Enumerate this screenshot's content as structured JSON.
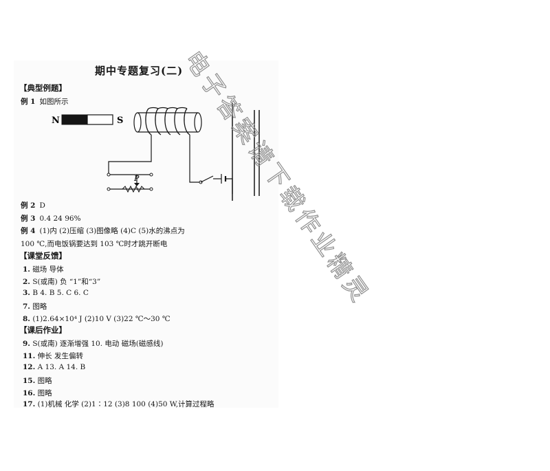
{
  "title": "期中专题复习(二)",
  "sections": {
    "typical": "【典型例题】",
    "classroom": "【课堂反馈】",
    "homework": "【课后作业】"
  },
  "examples": {
    "e1_label": "例 1",
    "e1_text": "如图所示",
    "e2_label": "例 2",
    "e2_text": "D",
    "e3_label": "例 3",
    "e3_text": "0.4   24   96%",
    "e4_label": "例 4",
    "e4_text": "(1)内   (2)压缩   (3)图像略   (4)C   (5)水的沸点为",
    "e4_cont": "100 ℃,而电饭锅要达到 103 ℃时才跳开断电"
  },
  "diagram": {
    "n_label": "N",
    "s_label": "S",
    "p_label": "P"
  },
  "feedback": [
    {
      "num": "1.",
      "text": "磁场   导体"
    },
    {
      "num": "2.",
      "text": "S(或南)   负  “1”和“3”"
    },
    {
      "num": "3.",
      "text": "B   4. B   5. C   6. C"
    },
    {
      "num": "7.",
      "text": "图略"
    },
    {
      "num": "8.",
      "text": "(1)2.64×10⁴ J   (2)10 V   (3)22 ℃～30 ℃"
    }
  ],
  "homework": [
    {
      "num": "9.",
      "text": "S(或南)   逐渐增强   10. 电动   磁场(磁感线)"
    },
    {
      "num": "11.",
      "text": "伸长   发生偏转"
    },
    {
      "num": "12.",
      "text": "A   13. A   14. B"
    },
    {
      "num": "15.",
      "text": "图略"
    },
    {
      "num": "16.",
      "text": "图略"
    },
    {
      "num": "17.",
      "text": "(1)机械   化学   (2)1∶12   (3)8 100   (4)50 W,计算过程略"
    }
  ],
  "watermark": "电子答案请下载作业精灵",
  "colors": {
    "ink": "#151515",
    "watermark": "#8f8f8f"
  }
}
